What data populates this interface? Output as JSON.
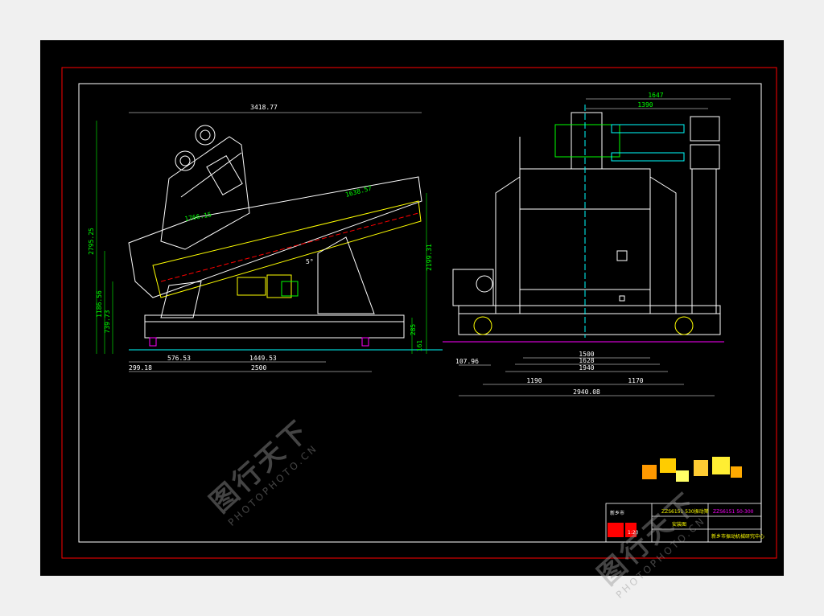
{
  "colors": {
    "background": "#000000",
    "frame_outer": "#ff0000",
    "frame_inner": "#ffffff",
    "structure": "#ffffff",
    "dimension": "#00ff00",
    "centerline": "#00ffff",
    "accent_magenta": "#ff00ff",
    "accent_yellow": "#ffff00",
    "accent_orange": "#ff9900"
  },
  "side_view": {
    "dims": {
      "overall_length": "3418.77",
      "total_height": "2795.25",
      "height_1": "1186.56",
      "height_2": "739.73",
      "right_height": "2199.31",
      "base_height": "285",
      "foot_height": "161",
      "deck_length": "1638.57",
      "inner_length": "1766.15",
      "angle": "5°",
      "offset_1": "576.53",
      "span": "1449.53",
      "offset_2": "299.18",
      "base_length": "2500"
    }
  },
  "end_view": {
    "dims": {
      "top_width": "1647",
      "motor_width": "1390",
      "w_1500": "1500",
      "w_1628": "1628",
      "w_1940": "1940",
      "left_offset": "107.96",
      "left_half": "1190",
      "right_half": "1170",
      "overall_width": "2940.08"
    }
  },
  "title_block": {
    "drawing_title": "ZZS6151 530振动筛",
    "drawing_number": "ZZS6151 50-300",
    "view_name": "安装图",
    "institute": "新乡市振动机械研究中心",
    "company_block": "新乡市",
    "scale_block": "1:20"
  },
  "watermark": {
    "cn": "图行天下",
    "en": "PHOTOPHOTO.CN"
  }
}
